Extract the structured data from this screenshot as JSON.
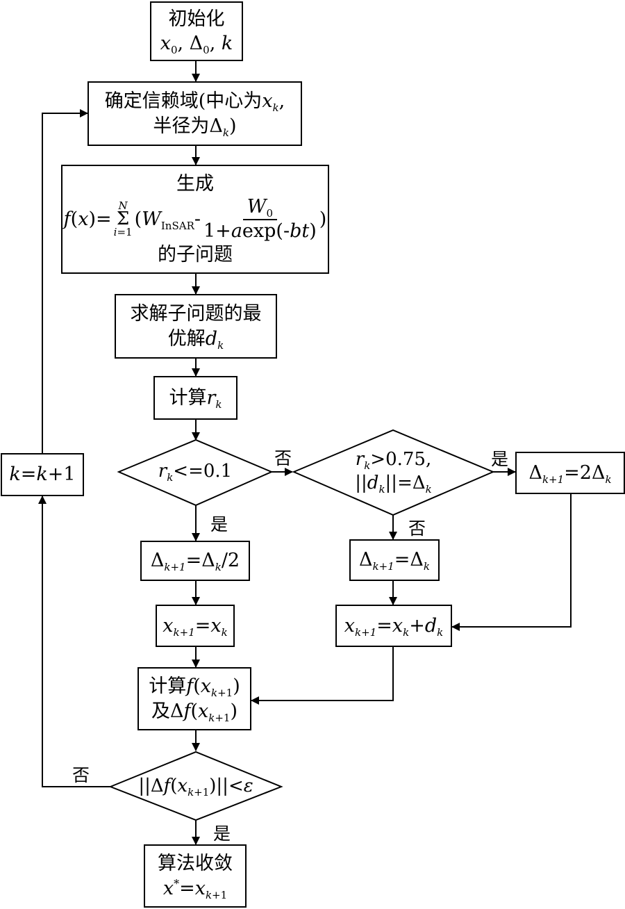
{
  "nodes": {
    "init": {
      "line1": "初始化",
      "line2": "x0 , Δ0 , k"
    },
    "trust_region": {
      "line1": "确定信赖域(中心为xk,",
      "line2": "半径为Δk)"
    },
    "generate": {
      "line1": "生成",
      "formula": "f(x)=Σ(i=1..N) (W_InSAR - W0/(1+a exp(-bt)))",
      "line3": "的子问题"
    },
    "solve": {
      "line1": "求解子问题的最",
      "line2": "优解dk"
    },
    "compute_r": {
      "text": "计算rk"
    },
    "cond1": {
      "text": "rk <=0.1"
    },
    "cond2": {
      "line1": "rk >0.75,",
      "line2": "||dk||=Δk"
    },
    "delta_double": {
      "text": "Δk+1=2Δk"
    },
    "delta_half": {
      "text": "Δk+1=Δk/2"
    },
    "delta_same": {
      "text": "Δk+1=Δk"
    },
    "x_same": {
      "text": "xk+1=xk"
    },
    "x_step": {
      "text": "xk+1=xk+dk"
    },
    "compute_f": {
      "line1": "计算f(xk+1)",
      "line2": "及Δf(xk+1)"
    },
    "cond3": {
      "text": "||Δf(xk+1)||<ε"
    },
    "converge": {
      "line1": "算法收敛",
      "line2": "x*=xk+1"
    },
    "increment": {
      "text": "k=k+1"
    }
  },
  "edge_labels": {
    "cond1_no": "否",
    "cond1_yes": "是",
    "cond2_yes": "是",
    "cond2_no": "否",
    "cond3_no": "否",
    "cond3_yes": "是"
  }
}
